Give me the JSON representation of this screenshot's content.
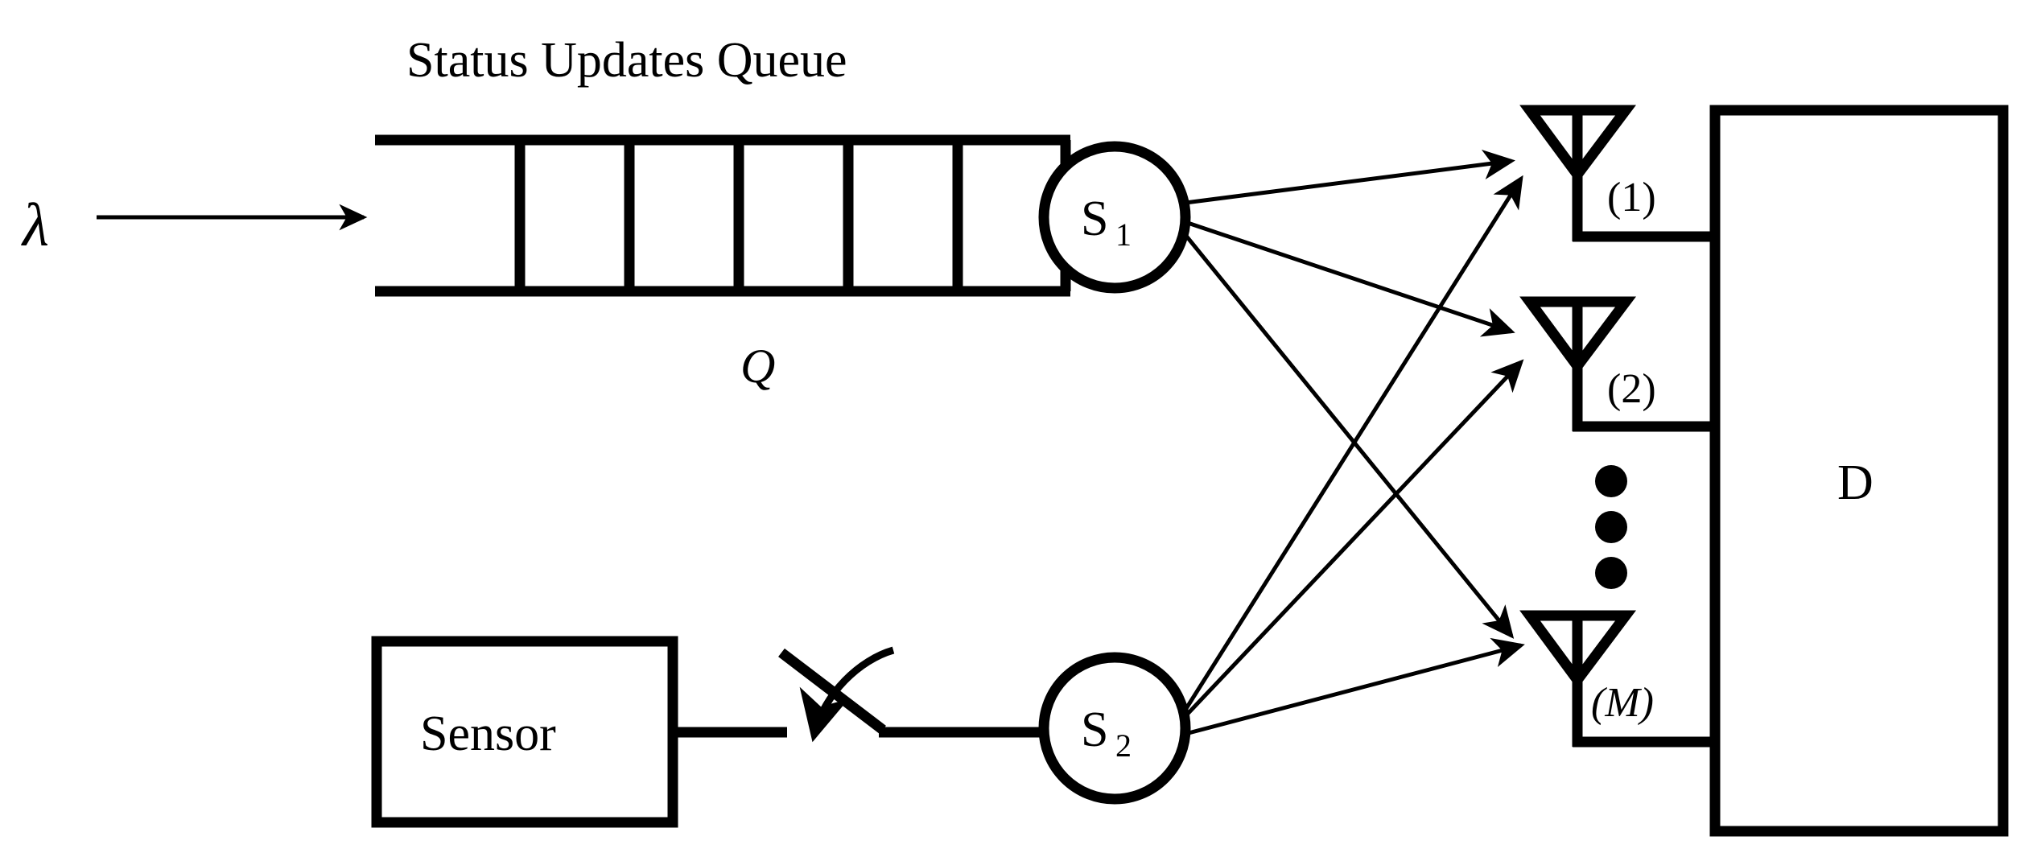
{
  "figure": {
    "title": "Status Updates Queue",
    "queue_label": "Q",
    "arrival_rate_label": "λ",
    "background_color": "#ffffff",
    "line_color": "#000000"
  },
  "queue": {
    "title": "Status Updates Queue",
    "symbol": "Q",
    "cell_count": 6,
    "divider_count": 6
  },
  "sources": [
    {
      "id": "s1",
      "label": "S",
      "subscript": "1",
      "full_label": "S1"
    },
    {
      "id": "s2",
      "label": "S",
      "subscript": "2",
      "full_label": "S2"
    }
  ],
  "sensor": {
    "label": "Sensor"
  },
  "switch": {
    "name": "sampling-switch",
    "state": "open"
  },
  "antennas": [
    {
      "index": 1,
      "label": "(1)"
    },
    {
      "index": 2,
      "label": "(2)"
    },
    {
      "index": 3,
      "label": "(M)"
    }
  ],
  "ellipsis": {
    "dot_count": 3
  },
  "destination": {
    "label": "D"
  },
  "links": [
    {
      "from": "s1",
      "to": "antenna-1"
    },
    {
      "from": "s1",
      "to": "antenna-2"
    },
    {
      "from": "s1",
      "to": "antenna-M"
    },
    {
      "from": "s2",
      "to": "antenna-1"
    },
    {
      "from": "s2",
      "to": "antenna-2"
    },
    {
      "from": "s2",
      "to": "antenna-M"
    }
  ]
}
